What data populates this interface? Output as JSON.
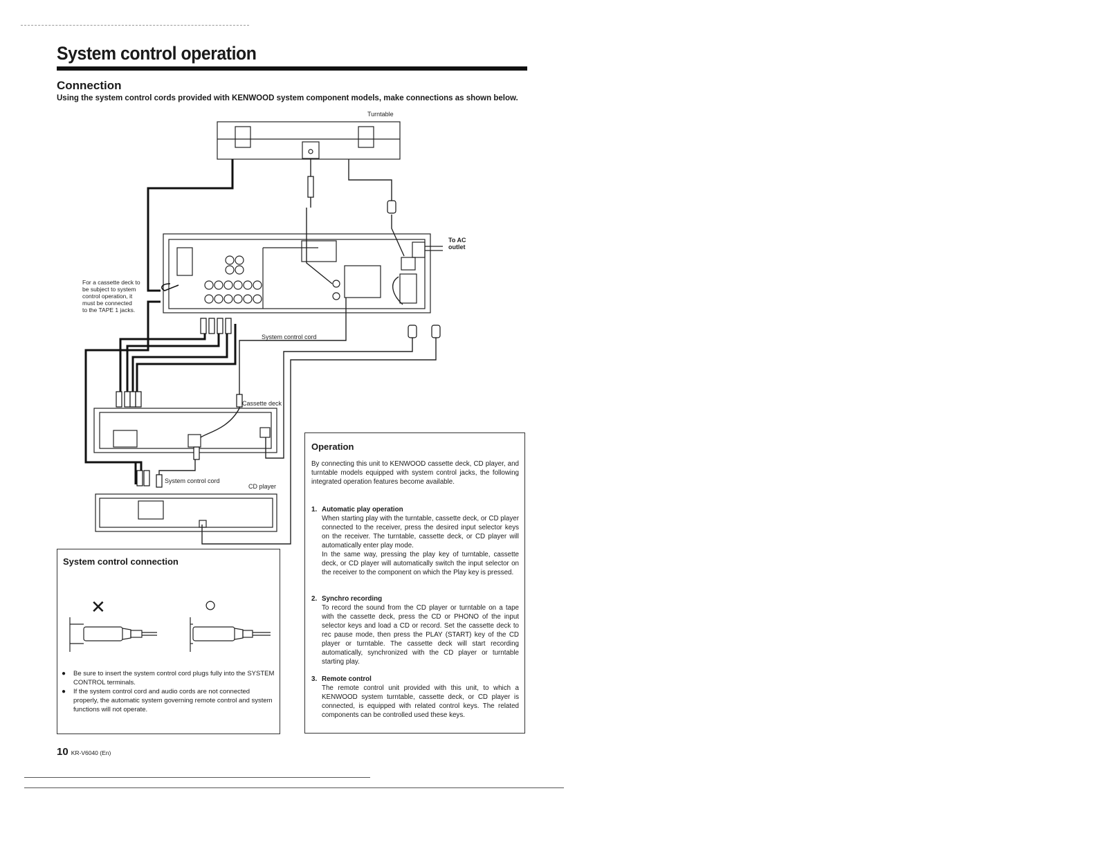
{
  "page": {
    "title": "System control operation",
    "section_heading": "Connection",
    "intro": "Using the system control cords provided with KENWOOD system component models, make connections as shown below."
  },
  "diagram": {
    "turntable": "Turntable",
    "to_ac_outlet_1": "To AC",
    "to_ac_outlet_2": "outlet",
    "cassette_note": "For a cassette deck to\nbe subject to system\ncontrol operation, it\nmust be connected\nto the TAPE 1 jacks.",
    "system_control_cord_top": "System control cord",
    "cassette_deck": "Cassette deck",
    "system_control_cord_bottom": "System control cord",
    "cd_player": "CD player"
  },
  "system_control_connection": {
    "heading": "System control connection",
    "wrong_mark": "✕",
    "right_mark": "○",
    "bullets": [
      "Be sure to insert the system control cord plugs fully into the SYSTEM CONTROL terminals.",
      "If the system control cord and audio cords are not connected properly, the automatic system governing remote control and system functions will not operate."
    ]
  },
  "operation": {
    "heading": "Operation",
    "intro": "By connecting this unit to KENWOOD cassette deck, CD player, and turntable models equipped with system control jacks, the following integrated operation features become available.",
    "items": [
      {
        "num": "1.",
        "title": "Automatic play operation",
        "p1": "When starting play with the turntable, cassette deck, or CD player connected to the receiver, press the desired input selector keys on the receiver. The turntable, cassette deck, or CD player will automatically enter play mode.",
        "p2": "In the same way, pressing the play key of turntable, cassette deck, or CD player will automatically switch the input selector on the receiver to the component on which the Play key is pressed."
      },
      {
        "num": "2.",
        "title": "Synchro recording",
        "p1": "To record the sound from the CD player or turntable on a tape with the cassette deck, press the CD or PHONO of the input selector keys and load a CD or record.  Set the cassette deck to rec pause mode, then press the PLAY (START) key of the CD player or turntable.  The cassette deck will start recording automatically, synchronized with the CD player or turntable starting play."
      },
      {
        "num": "3.",
        "title": "Remote control",
        "p1": "The remote control unit provided with this unit, to which a KENWOOD system turntable, cassette deck, or CD player is connected, is equipped with related control keys.  The related components can be controlled used these keys."
      }
    ]
  },
  "footer": {
    "page_number": "10",
    "model": "KR-V6040 (En)"
  }
}
